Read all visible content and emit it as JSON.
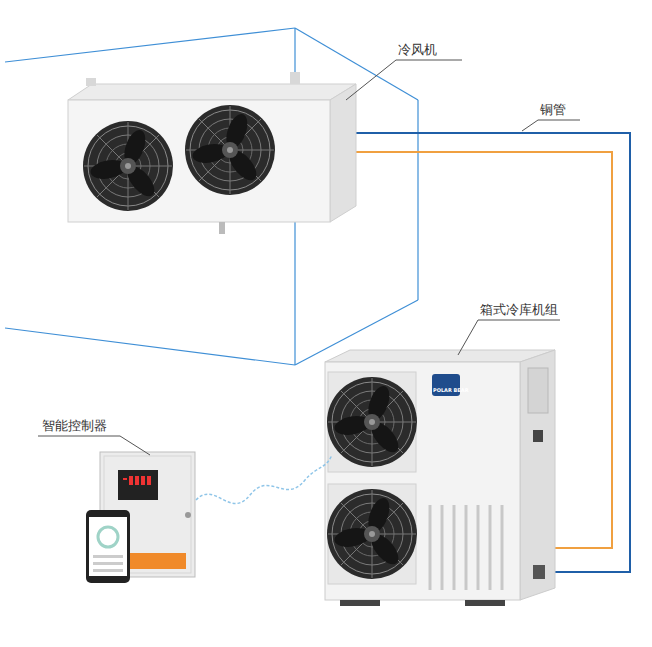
{
  "diagram": {
    "labels": [
      "冷风机",
      "铜管",
      "箱式冷库机组",
      "智能控制器",
      "POLAR BEAR"
    ]
  }
}
